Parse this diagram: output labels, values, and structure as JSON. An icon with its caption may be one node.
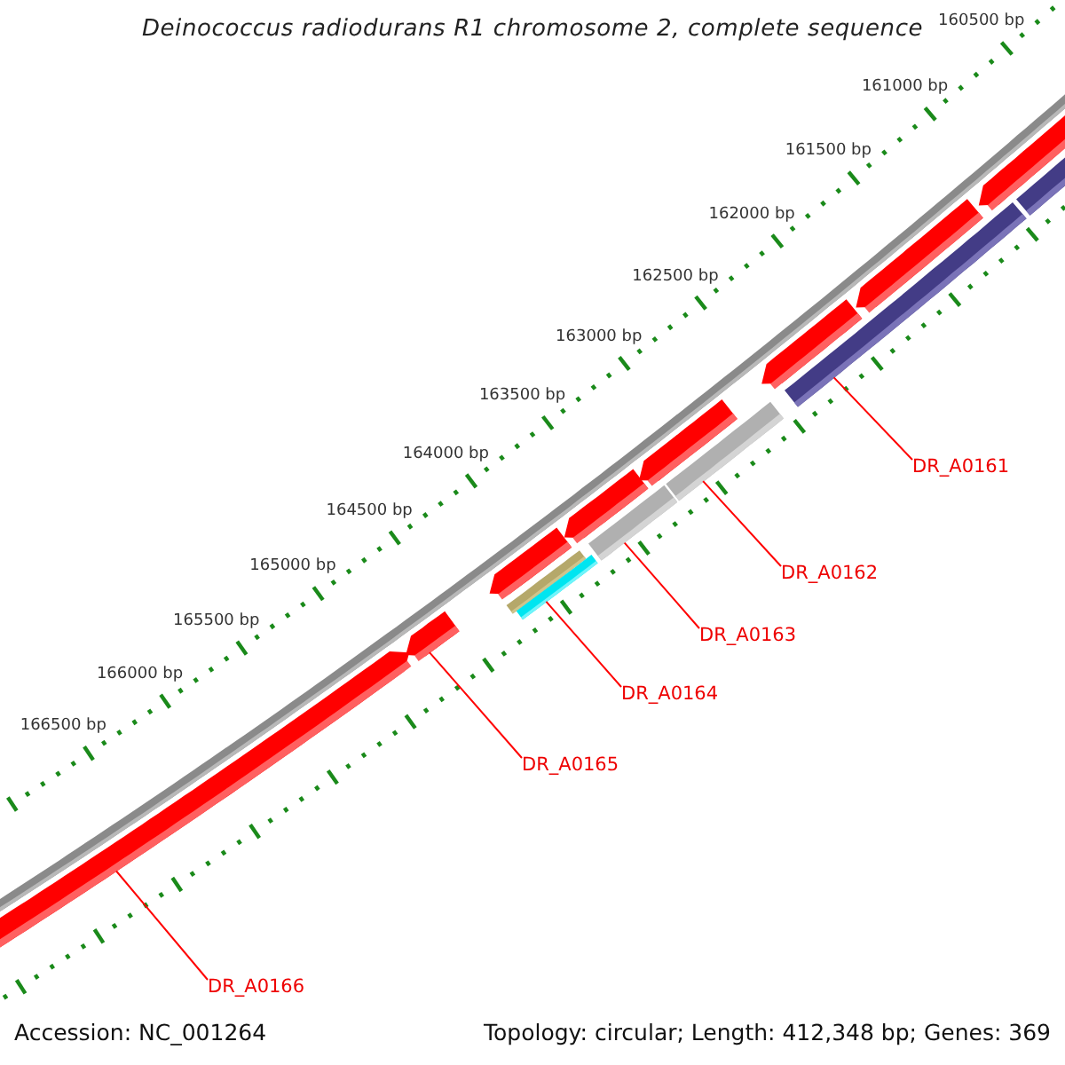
{
  "diagram": {
    "title": "Deinococcus radiodurans R1 chromosome 2, complete sequence",
    "nodes": [
      {
        "text": [
          "DR_A0161"
        ]
      },
      {
        "text": [
          "DR_A0162"
        ]
      },
      {
        "text": [
          "DR_A0163"
        ]
      },
      {
        "text": [
          "DR_A0164"
        ]
      },
      {
        "text": [
          "DR_A0165"
        ]
      },
      {
        "text": [
          "DR_A0166"
        ]
      },
      {
        "text": [],
        "shape": "bar"
      },
      {
        "text": [],
        "shape": "bar"
      },
      {
        "text": [],
        "shape": "bar"
      },
      {
        "text": [],
        "shape": "bar"
      },
      {
        "text": [],
        "shape": "arrow"
      },
      {
        "text": [],
        "shape": "arrow"
      }
    ],
    "edges": [
      {
        "from": 0,
        "to": 6,
        "arrow": "none"
      },
      {
        "from": 1,
        "to": 7,
        "arrow": "none"
      },
      {
        "from": 2,
        "to": 8,
        "arrow": "none"
      },
      {
        "from": 3,
        "to": 9,
        "arrow": "none"
      },
      {
        "from": 4,
        "to": 10,
        "arrow": "none"
      },
      {
        "from": 5,
        "to": 11,
        "arrow": "none"
      }
    ],
    "labels": [
      "160500 bp",
      "161000 bp",
      "161500 bp",
      "162000 bp",
      "162500 bp",
      "163000 bp",
      "163500 bp",
      "164000 bp",
      "164500 bp",
      "165000 bp",
      "165500 bp",
      "166000 bp",
      "166500 bp",
      "Accession: NC_001264",
      "Topology: circular; Length: 412,348 bp; Genes: 369"
    ]
  }
}
